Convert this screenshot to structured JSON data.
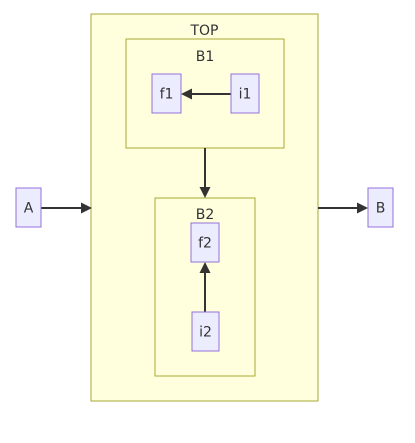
{
  "clusters": {
    "top": {
      "label": "TOP"
    },
    "b1": {
      "label": "B1"
    },
    "b2": {
      "label": "B2"
    }
  },
  "nodes": {
    "a": {
      "label": "A"
    },
    "b": {
      "label": "B"
    },
    "f1": {
      "label": "f1"
    },
    "i1": {
      "label": "i1"
    },
    "f2": {
      "label": "f2"
    },
    "i2": {
      "label": "i2"
    }
  },
  "edges": [
    {
      "from": "A",
      "to": "TOP"
    },
    {
      "from": "TOP",
      "to": "B"
    },
    {
      "from": "i1",
      "to": "f1"
    },
    {
      "from": "B1",
      "to": "B2"
    },
    {
      "from": "i2",
      "to": "f2"
    }
  ],
  "colors": {
    "cluster_fill": "#ffffde",
    "cluster_stroke": "#aaaa33",
    "node_fill": "#ececff",
    "node_stroke": "#9370db",
    "edge": "#333333",
    "text": "#333333"
  }
}
